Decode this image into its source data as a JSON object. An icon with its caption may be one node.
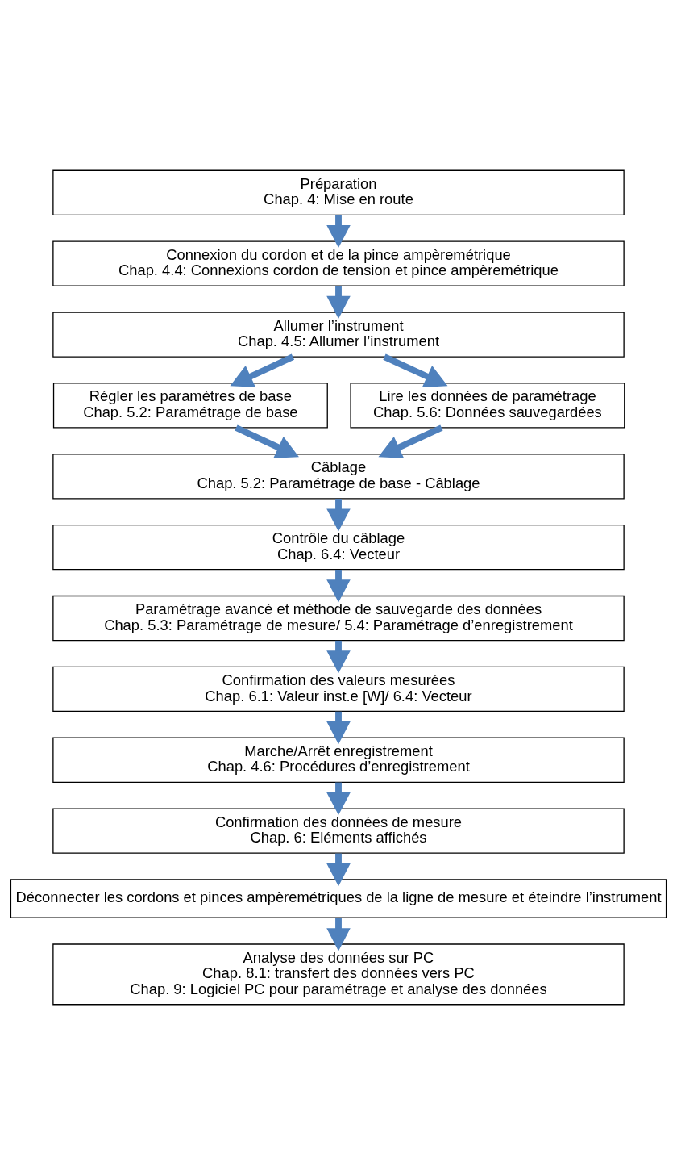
{
  "diagram": {
    "nodes": [
      {
        "text": [
          "Préparation",
          "Chap. 4: Mise en route"
        ]
      },
      {
        "text": [
          "Connexion du cordon et de la pince ampèremétrique",
          "Chap. 4.4: Connexions cordon de tension et pince ampèremétrique"
        ]
      },
      {
        "text": [
          "Allumer l’instrument",
          "Chap. 4.5: Allumer l’instrument"
        ]
      },
      {
        "text": [
          "Régler les paramètres de base",
          "Chap. 5.2: Paramétrage de base"
        ]
      },
      {
        "text": [
          "Lire les données de paramétrage",
          "Chap. 5.6: Données sauvegardées"
        ]
      },
      {
        "text": [
          "Câblage",
          "Chap. 5.2: Paramétrage de base - Câblage"
        ]
      },
      {
        "text": [
          "Contrôle du câblage",
          "Chap. 6.4: Vecteur"
        ]
      },
      {
        "text": [
          "Paramétrage avancé et méthode de sauvegarde des données",
          "Chap. 5.3: Paramétrage de mesure/ 5.4: Paramétrage d’enregistrement"
        ]
      },
      {
        "text": [
          "Confirmation des valeurs mesurées",
          "Chap. 6.1: Valeur inst.e [W]/ 6.4: Vecteur"
        ]
      },
      {
        "text": [
          "Marche/Arrêt enregistrement",
          "Chap. 4.6: Procédures d’enregistrement"
        ]
      },
      {
        "text": [
          "Confirmation des données de mesure",
          "Chap. 6: Eléments affichés"
        ]
      },
      {
        "text": [
          "Déconnecter les cordons et pinces ampèremétriques de la ligne de mesure et éteindre l’instrument"
        ]
      },
      {
        "text": [
          "Analyse des données sur PC",
          "Chap. 8.1: transfert des données vers PC",
          "Chap. 9: Logiciel PC pour paramétrage et analyse des données"
        ]
      }
    ],
    "edges": [
      {
        "from": 0,
        "to": 1,
        "arrow": "to"
      },
      {
        "from": 1,
        "to": 2,
        "arrow": "to"
      },
      {
        "from": 2,
        "to": 3,
        "arrow": "to"
      },
      {
        "from": 2,
        "to": 4,
        "arrow": "to"
      },
      {
        "from": 3,
        "to": 5,
        "arrow": "to"
      },
      {
        "from": 4,
        "to": 5,
        "arrow": "to"
      },
      {
        "from": 5,
        "to": 6,
        "arrow": "to"
      },
      {
        "from": 6,
        "to": 7,
        "arrow": "to"
      },
      {
        "from": 7,
        "to": 8,
        "arrow": "to"
      },
      {
        "from": 8,
        "to": 9,
        "arrow": "to"
      },
      {
        "from": 9,
        "to": 10,
        "arrow": "to"
      },
      {
        "from": 10,
        "to": 11,
        "arrow": "to"
      },
      {
        "from": 11,
        "to": 12,
        "arrow": "to"
      }
    ]
  }
}
